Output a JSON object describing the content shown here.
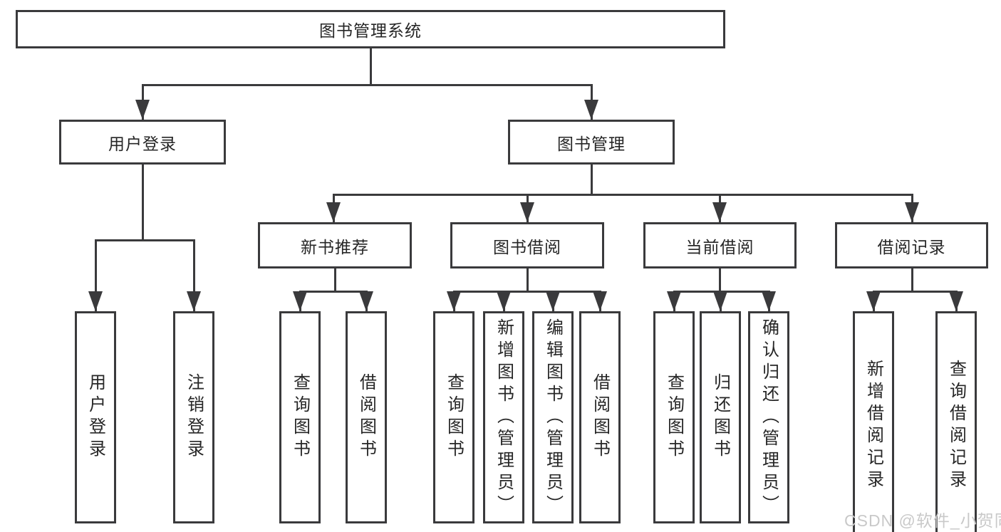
{
  "nodes": {
    "root": {
      "label": "图书管理系统",
      "level": 1
    },
    "user_login": {
      "label": "用户登录",
      "level": 2,
      "parent": "root"
    },
    "book_mgmt": {
      "label": "图书管理",
      "level": 2,
      "parent": "root"
    },
    "new_book_rec": {
      "label": "新书推荐",
      "level": 3,
      "parent": "book_mgmt"
    },
    "book_borrow": {
      "label": "图书借阅",
      "level": 3,
      "parent": "book_mgmt"
    },
    "current_borrow": {
      "label": "当前借阅",
      "level": 3,
      "parent": "book_mgmt"
    },
    "borrow_record": {
      "label": "借阅记录",
      "level": 3,
      "parent": "book_mgmt"
    },
    "leaf_user_login": {
      "label": "用户登录",
      "level": 4,
      "parent": "user_login"
    },
    "leaf_logout": {
      "label": "注销登录",
      "level": 4,
      "parent": "user_login"
    },
    "leaf_rec_query": {
      "label": "查询图书",
      "level": 4,
      "parent": "new_book_rec"
    },
    "leaf_rec_borrow": {
      "label": "借阅图书",
      "level": 4,
      "parent": "new_book_rec"
    },
    "leaf_bor_query": {
      "label": "查询图书",
      "level": 4,
      "parent": "book_borrow"
    },
    "leaf_bor_add": {
      "label": "新增图书（管理员）",
      "level": 4,
      "parent": "book_borrow"
    },
    "leaf_bor_edit": {
      "label": "编辑图书（管理员）",
      "level": 4,
      "parent": "book_borrow"
    },
    "leaf_bor_borrow": {
      "label": "借阅图书",
      "level": 4,
      "parent": "book_borrow"
    },
    "leaf_cur_query": {
      "label": "查询图书",
      "level": 4,
      "parent": "current_borrow"
    },
    "leaf_cur_return": {
      "label": "归还图书",
      "level": 4,
      "parent": "current_borrow"
    },
    "leaf_cur_confirm": {
      "label": "确认归还（管理员）",
      "level": 4,
      "parent": "current_borrow"
    },
    "leaf_hist_add": {
      "label": "新增借阅记录",
      "level": 4,
      "parent": "borrow_record"
    },
    "leaf_hist_query": {
      "label": "查询借阅记录",
      "level": 4,
      "parent": "borrow_record"
    }
  },
  "edges": [
    [
      "root",
      "user_login"
    ],
    [
      "root",
      "book_mgmt"
    ],
    [
      "book_mgmt",
      "new_book_rec"
    ],
    [
      "book_mgmt",
      "book_borrow"
    ],
    [
      "book_mgmt",
      "current_borrow"
    ],
    [
      "book_mgmt",
      "borrow_record"
    ],
    [
      "user_login",
      "leaf_user_login"
    ],
    [
      "user_login",
      "leaf_logout"
    ],
    [
      "new_book_rec",
      "leaf_rec_query"
    ],
    [
      "new_book_rec",
      "leaf_rec_borrow"
    ],
    [
      "book_borrow",
      "leaf_bor_query"
    ],
    [
      "book_borrow",
      "leaf_bor_add"
    ],
    [
      "book_borrow",
      "leaf_bor_edit"
    ],
    [
      "book_borrow",
      "leaf_bor_borrow"
    ],
    [
      "current_borrow",
      "leaf_cur_query"
    ],
    [
      "current_borrow",
      "leaf_cur_return"
    ],
    [
      "current_borrow",
      "leaf_cur_confirm"
    ],
    [
      "borrow_record",
      "leaf_hist_add"
    ],
    [
      "borrow_record",
      "leaf_hist_query"
    ]
  ],
  "watermark": {
    "text": "CSDN @软件_小贺同学"
  },
  "colors": {
    "line": "#3a3a3c",
    "text": "#262626",
    "watermark": "#c9c9c9",
    "background": "#ffffff"
  }
}
